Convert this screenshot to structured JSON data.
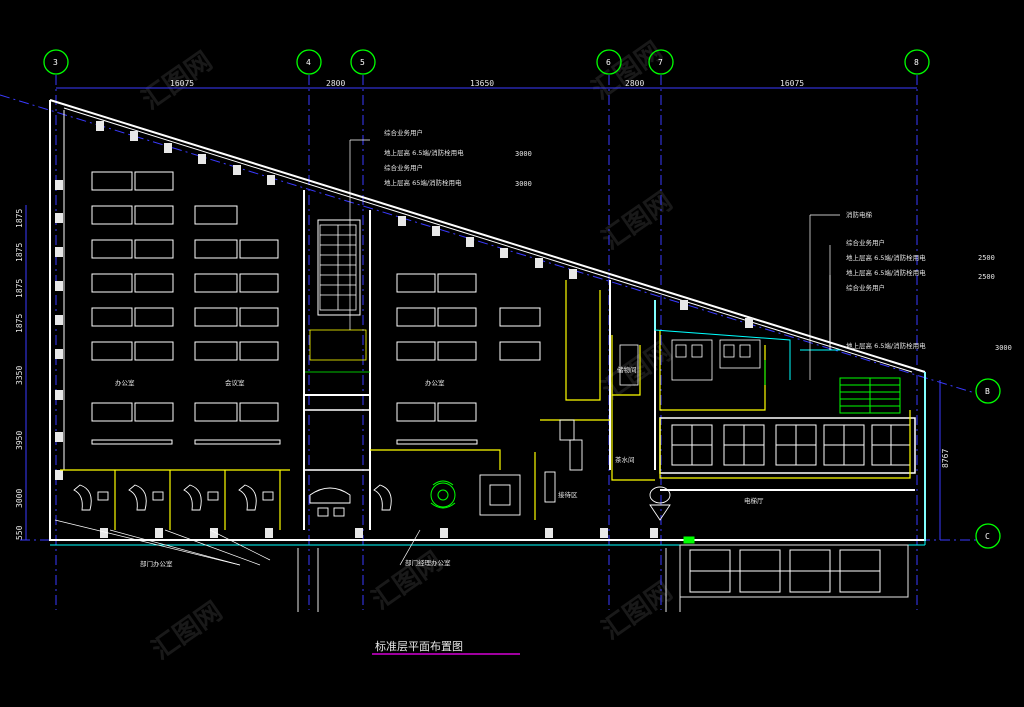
{
  "drawing": {
    "title": "标准层平面布置图",
    "top_dims": [
      "16075",
      "2800",
      "13650",
      "2800",
      "16075"
    ],
    "left_dims": [
      "1875",
      "1875",
      "1875",
      "1875",
      "3350",
      "3950",
      "3000",
      "550"
    ],
    "right_dim": "8767",
    "axes_top": [
      "3",
      "4",
      "5",
      "6",
      "7",
      "8"
    ],
    "axes_right": [
      "B",
      "C"
    ],
    "colors": {
      "background": "#000000",
      "grid_line": "#3a3aff",
      "axis_circle": "#00ff00",
      "wall": "#ffffff",
      "furniture": "#ffffff",
      "yellow": "#ffff00",
      "cyan": "#00ffff",
      "magenta": "#ff00ff",
      "green": "#00ff00"
    }
  },
  "notes": {
    "left": [
      {
        "text": "综合业务用户",
        "value": ""
      },
      {
        "text": "地上层高 6.5端/消防栓用电",
        "value": "3000"
      },
      {
        "text": "综合业务用户",
        "value": ""
      },
      {
        "text": "地上层高 65端/消防栓用电",
        "value": "3000"
      }
    ],
    "right": [
      {
        "text": "消防电梯",
        "value": ""
      },
      {
        "text": "综合业务用户",
        "value": ""
      },
      {
        "text": "地上层高 6.5端/消防栓用电",
        "value": "2500"
      },
      {
        "text": "地上层高 6.5端/消防栓用电",
        "value": "2500"
      },
      {
        "text": "综合业务用户",
        "value": ""
      },
      {
        "text": "地上层高 6.5端/消防栓用电",
        "value": "3000"
      }
    ]
  },
  "rooms": {
    "office_left": "办公室",
    "office_mid": "会议室",
    "office_right": "办公室",
    "private_office": "部门办公室",
    "reception": "接待区",
    "lobby": "电梯厅",
    "storage": "储物间",
    "pantry": "茶水间",
    "manager_office": "部门经理办公室"
  }
}
